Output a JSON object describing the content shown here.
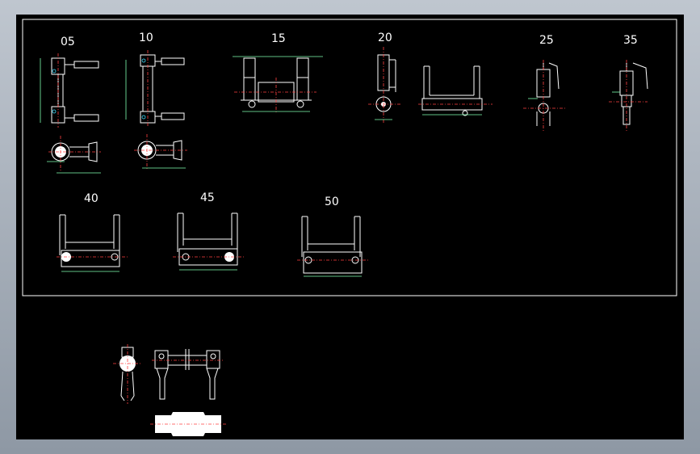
{
  "drawing": {
    "operation_labels": [
      "05",
      "10",
      "15",
      "20",
      "25",
      "35",
      "40",
      "45",
      "50"
    ]
  },
  "colors": {
    "background": "#000000",
    "line": "#ffffff",
    "dimension": "#7fffb0",
    "centerline": "#ff4040",
    "window_frame": "#a3acb7"
  }
}
